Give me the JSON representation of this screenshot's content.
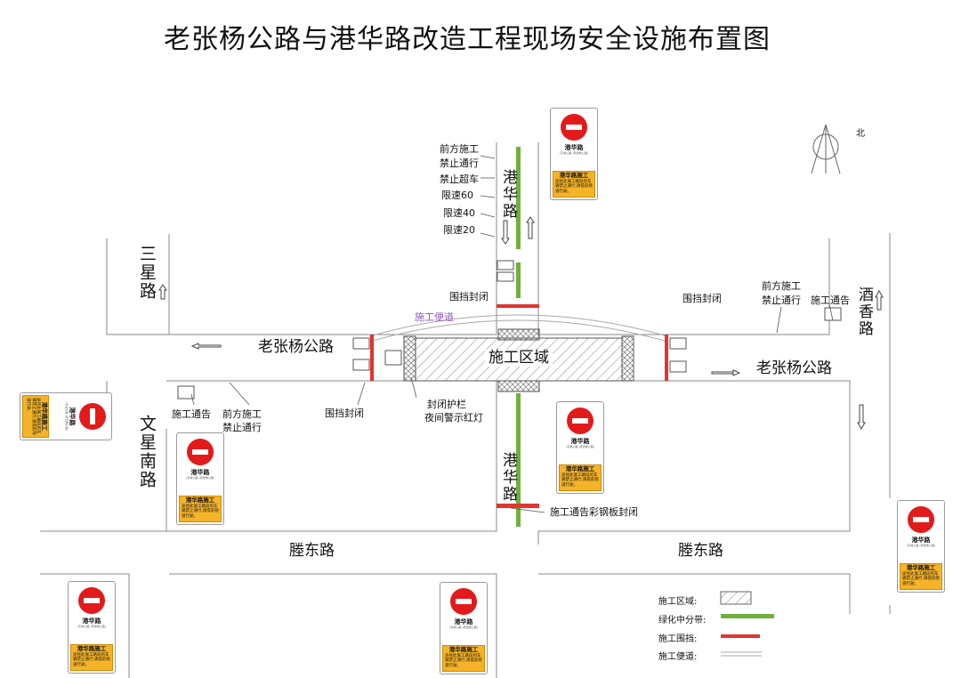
{
  "title": "老张杨公路与港华路改造工程现场安全设施布置图",
  "north_label": "北",
  "roads": {
    "ganghua_north": "港华路",
    "ganghua_south": "港华路",
    "laozhangyang_west": "老张杨公路",
    "laozhangyang_east": "老张杨公路",
    "sanxing": "三星路",
    "wenxingnan": "文星南路",
    "jiuxiang": "酒香路",
    "tengdong_west": "塍东路",
    "tengdong_east": "塍东路"
  },
  "annotations": {
    "north_signs": [
      "前方施工",
      "禁止通行",
      "禁止超车",
      "限速60",
      "限速40",
      "限速20"
    ],
    "weidang_north": "围挡封闭",
    "weidang_west": "围挡封闭",
    "weidang_east": "围挡封闭",
    "bypass": "施工便道",
    "construction_zone": "施工区域",
    "barrier_line1": "封闭护栏",
    "barrier_line2": "夜间警示红灯",
    "notice_west": "施工通告",
    "front_west_1": "前方施工",
    "front_west_2": "禁止通行",
    "front_east_1": "前方施工",
    "front_east_2": "禁止通行",
    "notice_east": "施工通告",
    "steel_plate": "施工通告彩钢板封闭"
  },
  "signs": [
    {
      "road": "港华路",
      "sub": "(东城公路→老张杨公路)",
      "panel_title": "港华路施工",
      "panel_body": "途径此施工路段的车辆禁止通行,请提前绕道行驶。"
    },
    {
      "road": "港华路",
      "sub": "(东城公路→老张杨公路)",
      "panel_title": "港华路施工",
      "panel_body": "途径此施工路段的车辆禁止通行,请提前绕道行驶。"
    },
    {
      "road": "港华路",
      "sub": "(东城公路→老张杨公路)",
      "panel_title": "港华路施工",
      "panel_body": "途径此施工路段的车辆禁止通行,请提前绕道行驶。"
    },
    {
      "road": "港华路",
      "sub": "(东城公路→老张杨公路)",
      "panel_title": "港华路施工",
      "panel_body": "途径此施工路段的车辆禁止通行,请提前绕道行驶。"
    },
    {
      "road": "港华路",
      "sub": "(东城公路→老张杨公路)",
      "panel_title": "港华路施工",
      "panel_body": "途径此施工路段的车辆禁止通行,请提前绕道行驶。"
    },
    {
      "road": "港华路",
      "sub": "(东城公路→老张杨公路)",
      "panel_title": "港华路施工",
      "panel_body": "途径此施工路段的车辆禁止通行,请提前绕道行驶。"
    },
    {
      "road": "港华路",
      "sub": "(东城公路→老张杨公路)",
      "panel_title": "港华路施工",
      "panel_body": "途径此施工路段的车辆禁止通行,请提前绕道行驶。"
    }
  ],
  "legend": [
    {
      "label": "施工区域:",
      "kind": "hatch"
    },
    {
      "label": "绿化中分带:",
      "kind": "green"
    },
    {
      "label": "施工围挡:",
      "kind": "red"
    },
    {
      "label": "施工便道:",
      "kind": "bypass"
    }
  ],
  "colors": {
    "green_median": "#6fb13c",
    "red_barrier": "#e03530",
    "sign_red": "#e21a1a",
    "panel_orange": "#f5b428",
    "bypass_purple": "#8e56b8"
  }
}
